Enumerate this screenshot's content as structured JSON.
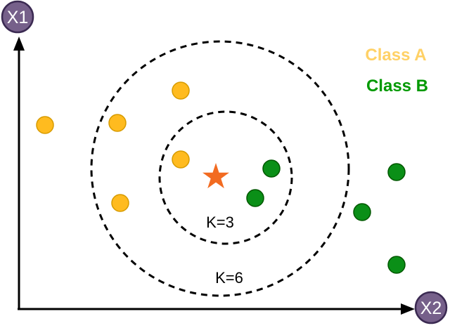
{
  "axes": {
    "y_label": "X1",
    "x_label": "X2",
    "badge_color": "#76608a"
  },
  "legend": {
    "class_a": {
      "label": "Class A",
      "color": "#ffd166"
    },
    "class_b": {
      "label": "Class B",
      "color": "#009900"
    }
  },
  "neighborhoods": {
    "inner": {
      "label": "K=3"
    },
    "outer": {
      "label": "K=6"
    }
  },
  "query_point": {
    "shape": "star",
    "color": "#f26b21"
  },
  "points": {
    "class_a_color": "#ffbb1f",
    "class_b_color": "#0a8f17"
  }
}
